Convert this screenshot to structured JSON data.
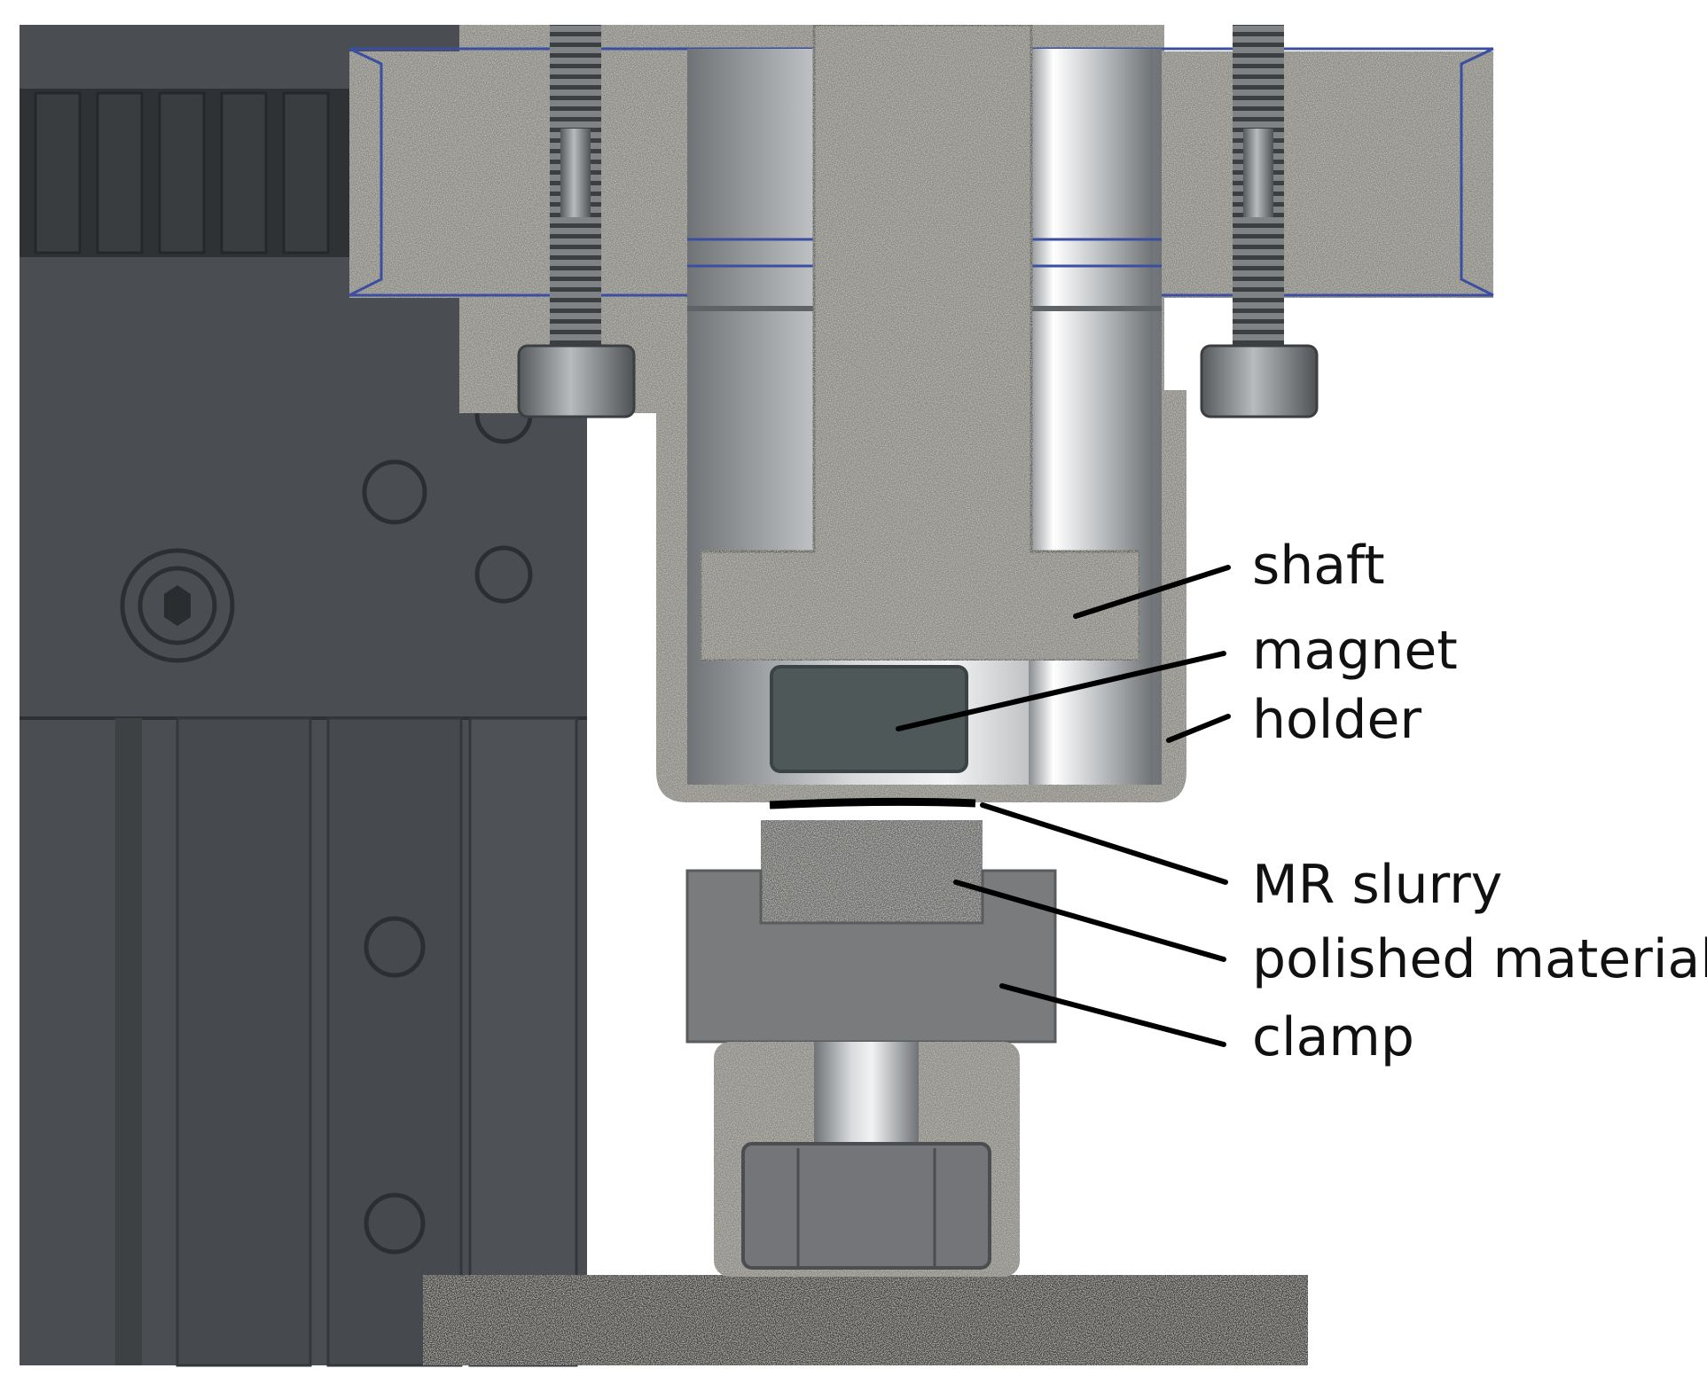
{
  "diagram": {
    "labels": {
      "shaft": "shaft",
      "magnet": "magnet",
      "holder": "holder",
      "mr_slurry": "MR slurry",
      "polished_material": "polished material",
      "clamp": "clamp"
    },
    "colors": {
      "background": "#ffffff",
      "dark_frame": "#4a4e52",
      "dark_frame_shade": "#3d4144",
      "gray_part": "#7c7e7f",
      "speckle_gray": "#8d8c86",
      "steel_light": "#c9cbcd",
      "steel_dark": "#6f7376",
      "magnet": "#4f5859",
      "clamp": "#7a7b7d",
      "base_plate": "#3f3f3f",
      "outline_blue": "#3a4fa0",
      "leader": "#000000"
    }
  }
}
